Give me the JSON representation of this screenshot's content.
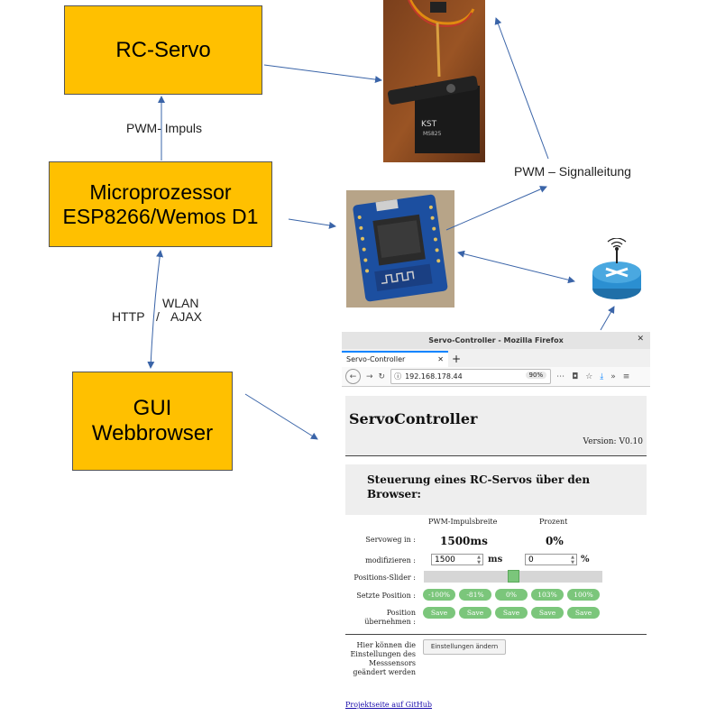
{
  "boxes": {
    "servo": [
      "RC-Servo"
    ],
    "micro": [
      "Microprozessor",
      "ESP8266/Wemos D1"
    ],
    "gui": [
      "GUI",
      "Webbrowser"
    ]
  },
  "labels": {
    "pwm_impuls": "PWM- Impuls",
    "pwm_signal": "PWM – Signalleitung",
    "wlan": "WLAN",
    "http": "HTTP",
    "slash": "/",
    "ajax": "AJAX"
  },
  "photos": {
    "servo_label": "KST",
    "servo_model": "MS825"
  },
  "browser": {
    "window_title": "Servo-Controller - Mozilla Firefox",
    "tab_label": "Servo-Controller",
    "url": "192.168.178.44",
    "zoom": "90%"
  },
  "page": {
    "title": "ServoController",
    "version": "Version: V0.10",
    "subtitle": "Steuerung eines RC-Servos über den Browser:",
    "col_pwm": "PWM-Impulsbreite",
    "col_pct": "Prozent",
    "row_servoweg": "Servoweg in :",
    "servoweg_ms": "1500ms",
    "servoweg_pct": "0%",
    "row_modify": "modifizieren :",
    "modify_ms_value": "1500",
    "unit_ms": "ms",
    "modify_pct_value": "0",
    "unit_pct": "%",
    "row_slider": "Positions-Slider :",
    "slider_fraction": 0.5,
    "row_set": "Setzte Position :",
    "positions": [
      "-100%",
      "-81%",
      "0%",
      "103%",
      "100%"
    ],
    "row_take": "Position übernehmen :",
    "save_label": "Save",
    "sensor_text": "Hier können die Einstellungen des Messsensors geändert werden",
    "settings_button": "Einstellungen ändern",
    "project_link": "Projektseite auf GitHub"
  },
  "colors": {
    "box": "#ffc000",
    "arrow": "#3a64a8",
    "green": "#7bc67b"
  }
}
